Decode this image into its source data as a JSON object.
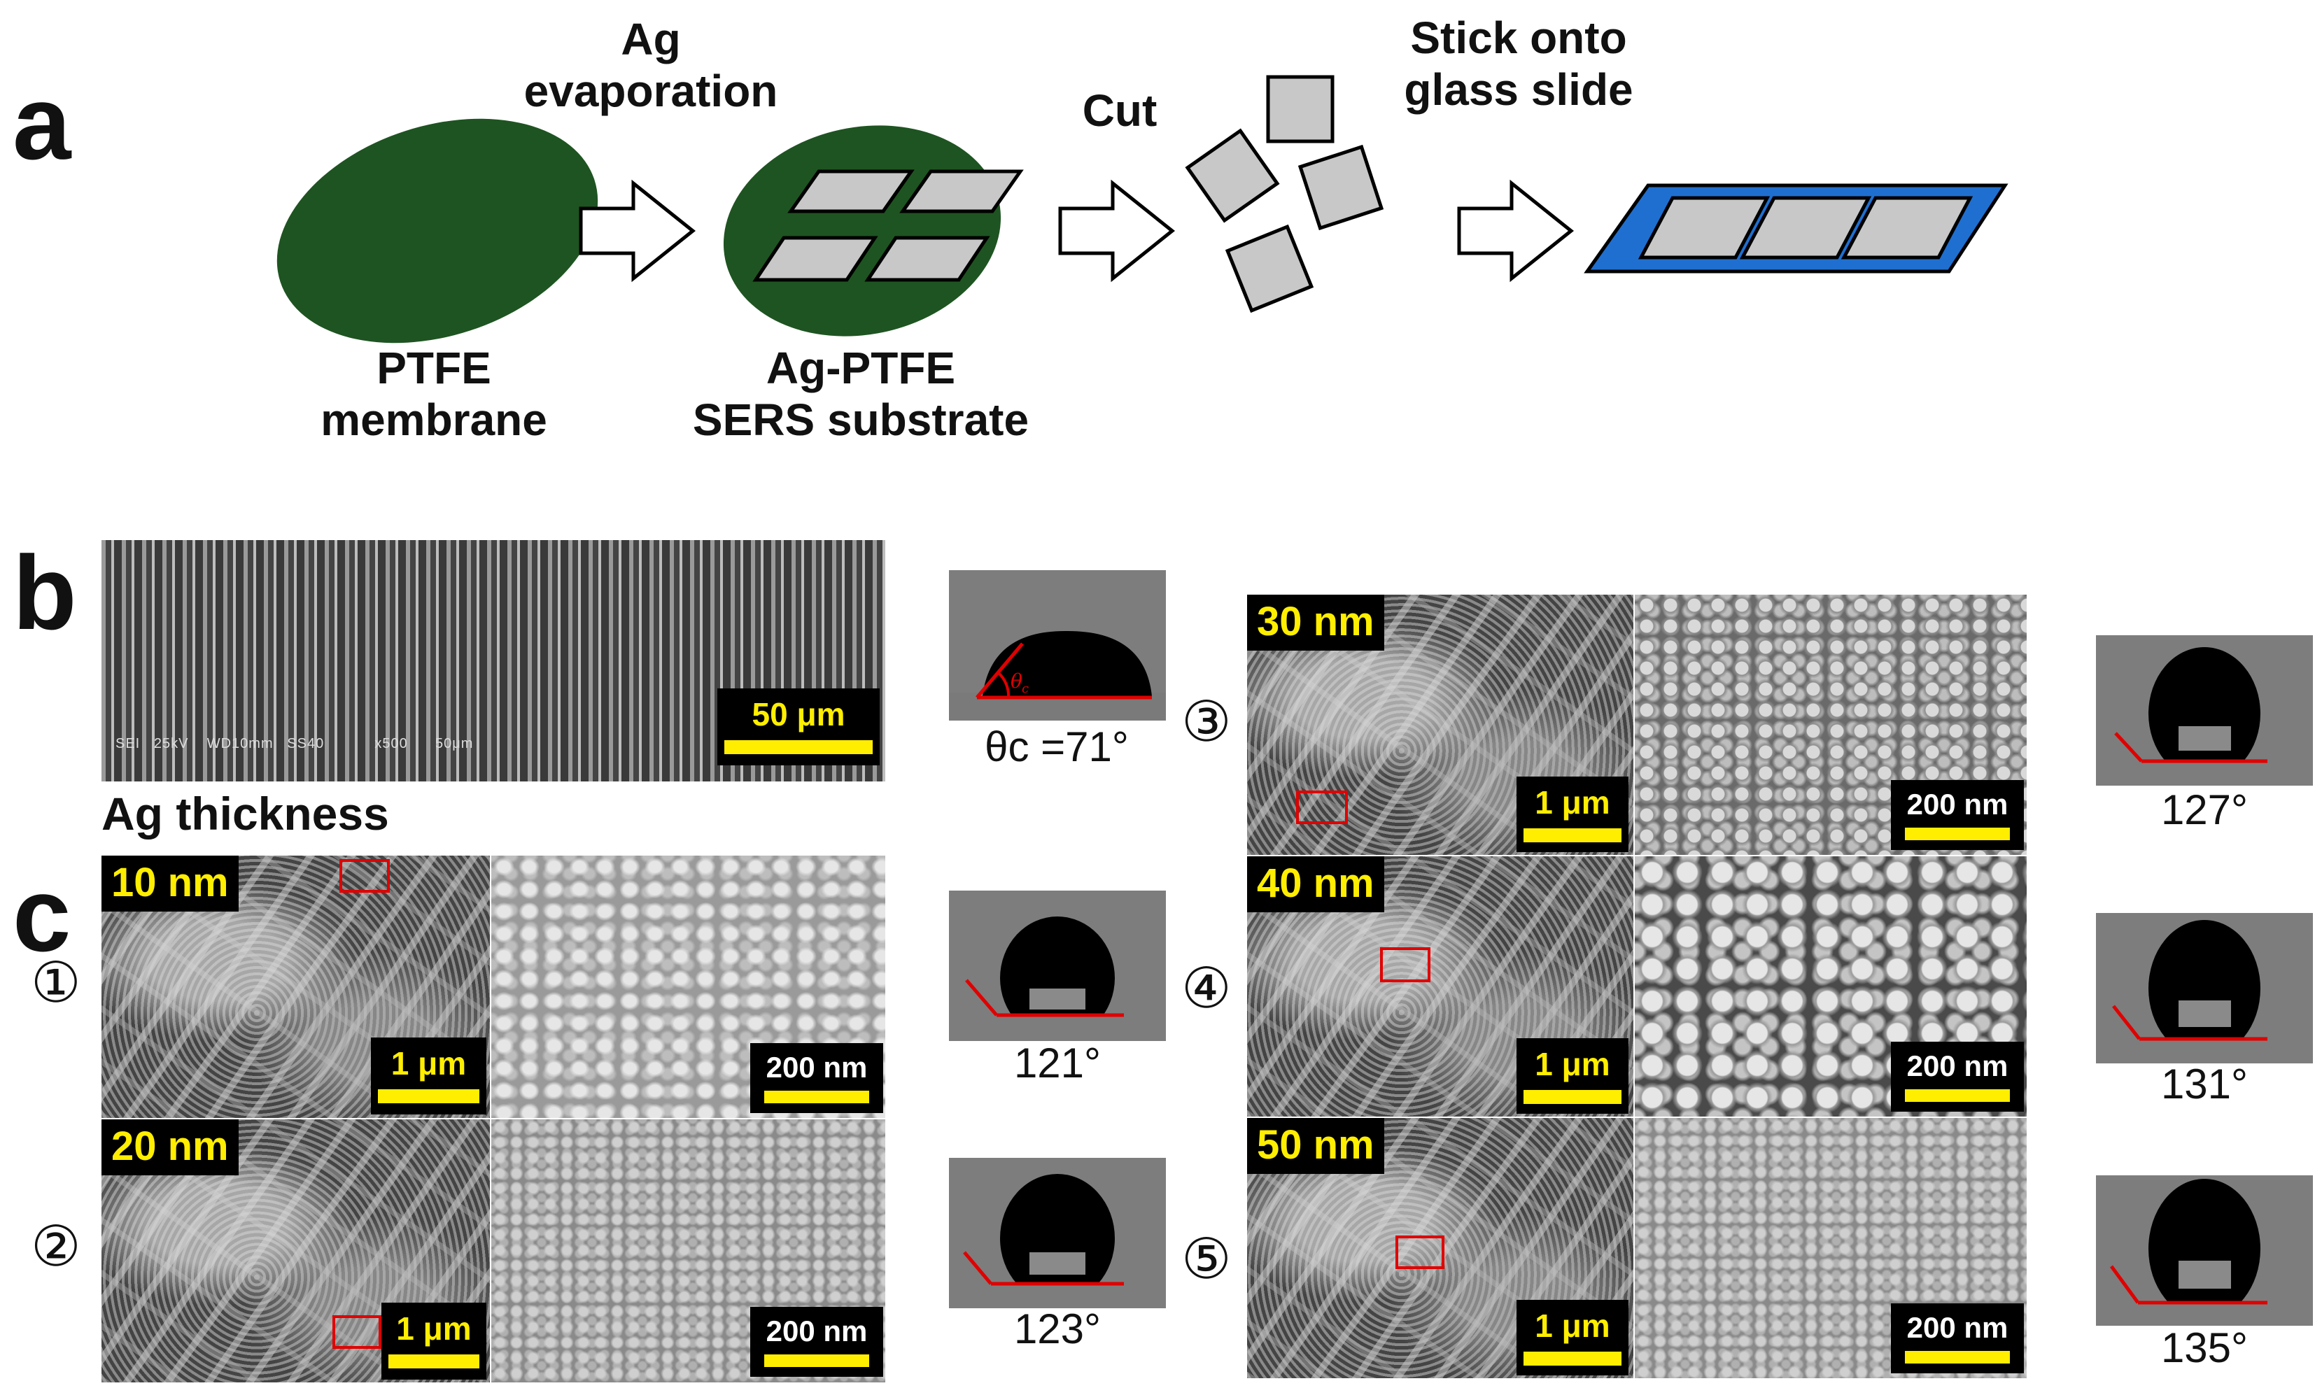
{
  "panel_a": {
    "letter": "a",
    "step_ptfe_line1": "PTFE",
    "step_ptfe_line2": "membrane",
    "arrow1_line1": "Ag",
    "arrow1_line2": "evaporation",
    "step_agptfe_line1": "Ag-PTFE",
    "step_agptfe_line2": "SERS substrate",
    "arrow2": "Cut",
    "arrow3_line1": "Stick onto",
    "arrow3_line2": "glass slide",
    "colors": {
      "membrane": "#1e5421",
      "silver_square": "#c8c8c8",
      "glass_slide": "#1f6fd0",
      "arrow_fill": "#ffffff"
    }
  },
  "panel_b": {
    "letter": "b",
    "scale_bar": "50 μm",
    "sem_info": "SEI   25kV    WD10mm   SS40           x500      50μm",
    "contact_angle_label": "θc =71°"
  },
  "panel_c": {
    "letter": "c",
    "heading": "Ag thickness",
    "samples": [
      {
        "marker": "①",
        "thickness": "10 nm",
        "low_mag_scale": "1 μm",
        "high_mag_scale": "200 nm",
        "contact_angle": "121°"
      },
      {
        "marker": "②",
        "thickness": "20 nm",
        "low_mag_scale": "1 μm",
        "high_mag_scale": "200 nm",
        "contact_angle": "123°"
      },
      {
        "marker": "③",
        "thickness": "30 nm",
        "low_mag_scale": "1 μm",
        "high_mag_scale": "200 nm",
        "contact_angle": "127°"
      },
      {
        "marker": "④",
        "thickness": "40 nm",
        "low_mag_scale": "1 μm",
        "high_mag_scale": "200 nm",
        "contact_angle": "131°"
      },
      {
        "marker": "⑤",
        "thickness": "50 nm",
        "low_mag_scale": "1 μm",
        "high_mag_scale": "200 nm",
        "contact_angle": "135°"
      }
    ]
  }
}
